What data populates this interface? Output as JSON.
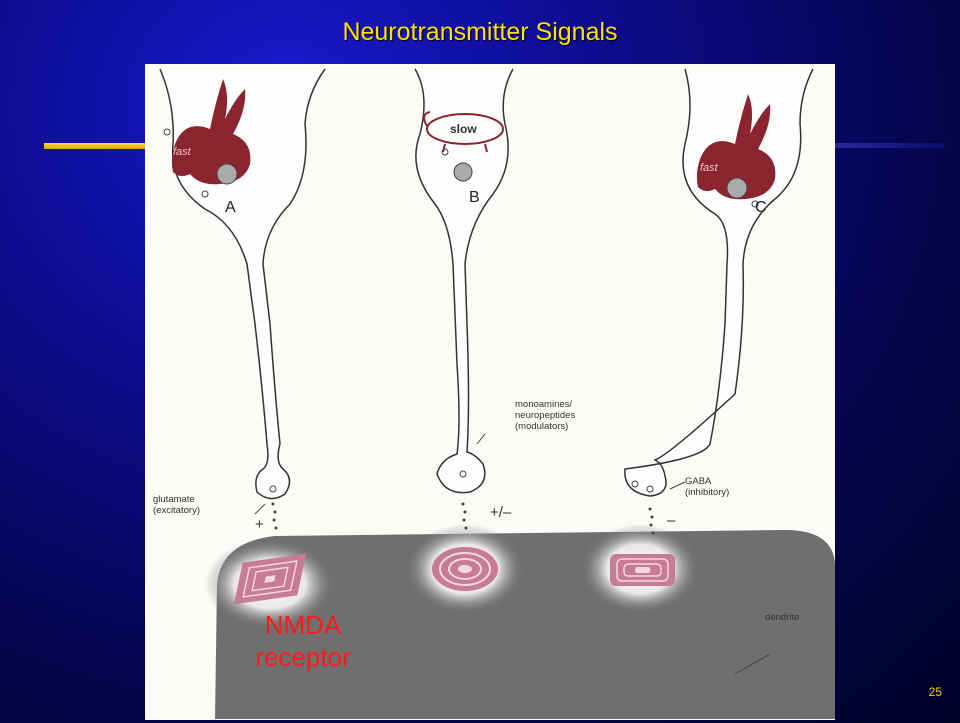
{
  "slide": {
    "title": "Neurotransmitter Signals",
    "page_number": "25"
  },
  "diagram": {
    "neurons": [
      {
        "letter": "A",
        "speed_label": "fast",
        "transmitter": "glutamate\n(excitatory)",
        "sign": "+"
      },
      {
        "letter": "B",
        "speed_label": "slow",
        "transmitter": "monoamines/\nneuropeptides\n(modulators)",
        "sign": "+/–"
      },
      {
        "letter": "C",
        "speed_label": "fast",
        "transmitter": "GABA\n(inhibitory)",
        "sign": "–"
      }
    ],
    "dendrite_label": "dendrite",
    "receptor_label_line1": "NMDA",
    "receptor_label_line2": "receptor"
  },
  "colors": {
    "title": "#ffe000",
    "receptor_label": "#ff1a1a",
    "page_number": "#ffd000",
    "animal": "#8a2530",
    "receptor": "#b86a8a"
  }
}
